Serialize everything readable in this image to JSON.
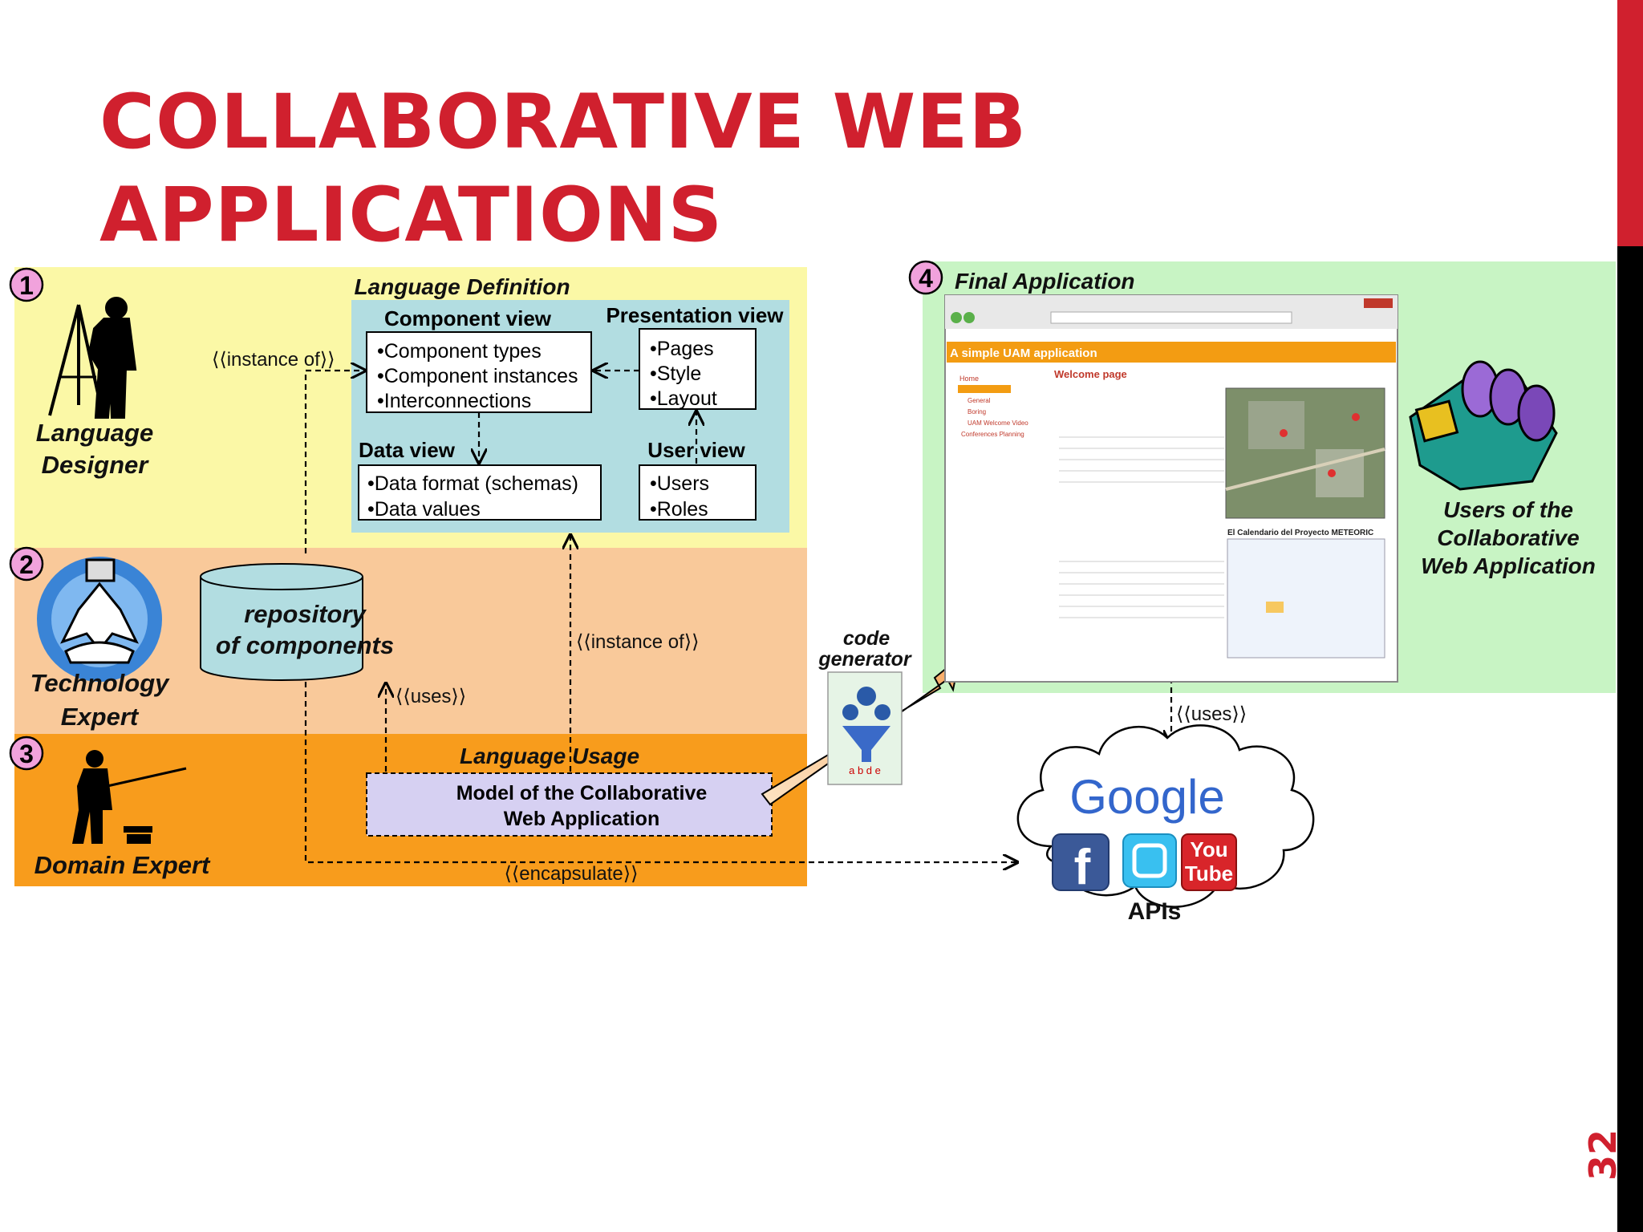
{
  "slide": {
    "title_line1": "COLLABORATIVE WEB",
    "title_line2": "APPLICATIONS",
    "page_number": "32"
  },
  "diagram": {
    "steps": [
      "1",
      "2",
      "3",
      "4"
    ],
    "roles": {
      "language_designer_line1": "Language",
      "language_designer_line2": "Designer",
      "technology_expert_line1": "Technology",
      "technology_expert_line2": "Expert",
      "domain_expert": "Domain Expert",
      "users_line1": "Users of the",
      "users_line2": "Collaborative",
      "users_line3": "Web Application"
    },
    "language_definition": {
      "title": "Language Definition",
      "component_view": {
        "title": "Component view",
        "items": [
          "•Component types",
          "•Component instances",
          "•Interconnections"
        ]
      },
      "presentation_view": {
        "title": "Presentation view",
        "items": [
          "•Pages",
          "•Style",
          "•Layout"
        ]
      },
      "data_view": {
        "title": "Data view",
        "items": [
          "•Data format (schemas)",
          "•Data values"
        ]
      },
      "user_view": {
        "title": "User view",
        "items": [
          "•Users",
          "•Roles"
        ]
      }
    },
    "repository": {
      "line1": "repository",
      "line2": "of components"
    },
    "language_usage": {
      "title": "Language Usage",
      "model_line1": "Model of the Collaborative",
      "model_line2": "Web Application"
    },
    "code_generator": {
      "line1": "code",
      "line2": "generator"
    },
    "final_application": {
      "title": "Final Application",
      "screenshot": {
        "header": "A simple UAM application",
        "page_title": "Welcome page",
        "calendar_title": "El Calendario del Proyecto METEORIC"
      }
    },
    "relations": {
      "instance_of_1": "⟨⟨instance of⟩⟩",
      "instance_of_2": "⟨⟨instance of⟩⟩",
      "uses_1": "⟨⟨uses⟩⟩",
      "uses_2": "⟨⟨uses⟩⟩",
      "encapsulate": "⟨⟨encapsulate⟩⟩"
    },
    "apis": {
      "google": "Google",
      "label": "APIs",
      "facebook": "f",
      "youtube_line1": "You",
      "youtube_line2": "Tube"
    },
    "colors": {
      "panel1": "#fbf8a6",
      "panel2": "#f9c99a",
      "panel3": "#f89c1c",
      "panel4": "#c8f4c4",
      "definition_box": "#b2dde1",
      "model_box": "#d6d0f2",
      "title_red": "#d0202e"
    }
  }
}
